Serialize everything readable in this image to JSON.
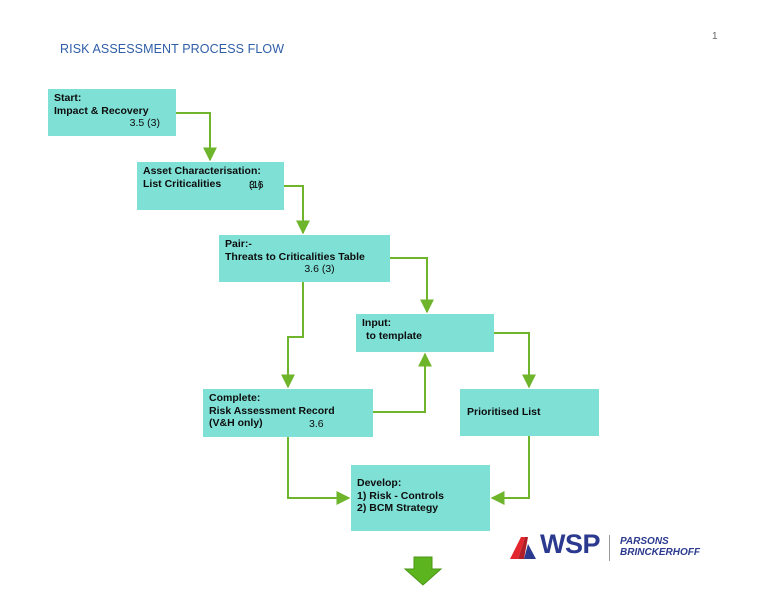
{
  "slide": {
    "page_number": "1",
    "title": "RISK ASSESSMENT PROCESS FLOW"
  },
  "boxes": {
    "start": {
      "line1": "Start:",
      "line2": "Impact & Recovery",
      "ref": "3.5 (3)"
    },
    "asset": {
      "line1": "Asset Characterisation:",
      "line2": "List Criticalities",
      "ref": "3.6",
      "line3": "(1)"
    },
    "pair": {
      "line1": "Pair:-",
      "line2": "Threats to Criticalities Table",
      "ref": "3.6 (3)"
    },
    "input": {
      "line1": "Input:",
      "line2": "to template"
    },
    "complete": {
      "line1": "Complete:",
      "line2": "Risk Assessment Record",
      "line3": "(V&H only)",
      "ref": "3.6"
    },
    "prioritised": {
      "line1": "Prioritised List"
    },
    "develop": {
      "line1": "Develop:",
      "line2": "1)  Risk  - Controls",
      "line3": "2)  BCM Strategy"
    }
  },
  "logo": {
    "wordmark": "WSP",
    "partner_line1": "PARSONS",
    "partner_line2": "BRINCKERHOFF"
  },
  "colors": {
    "box_fill": "#7fe0d6",
    "connector": "#6fb52c",
    "title": "#2f5ea8",
    "arrow": "#5cb51f",
    "logo_red": "#e3262d",
    "logo_blue": "#2b3a8e"
  },
  "icons": {
    "down_arrow": "down-arrow-icon",
    "logo_mark": "wsp-logo-mark-icon"
  }
}
